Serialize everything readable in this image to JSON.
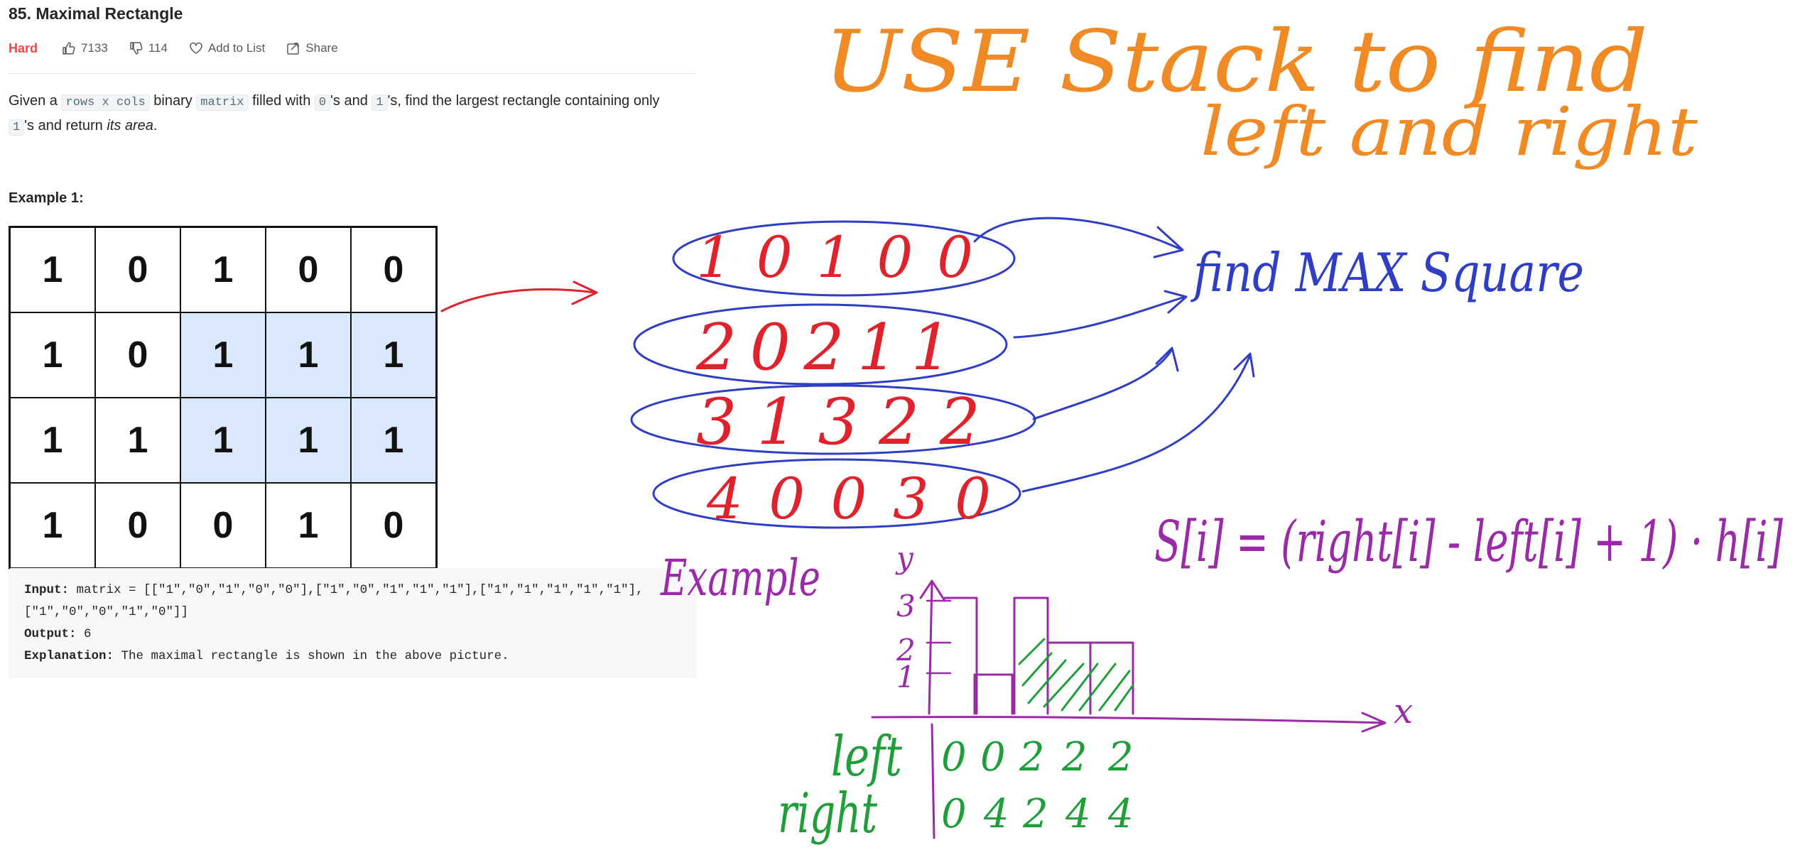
{
  "problem": {
    "title": "85. Maximal Rectangle",
    "difficulty": "Hard",
    "likes": "7133",
    "dislikes": "114",
    "add_to_list": "Add to List",
    "share": "Share",
    "desc": {
      "p1": "Given a ",
      "c1": "rows x cols",
      "p2": " binary ",
      "c2": "matrix",
      "p3": " filled with ",
      "c3": "0",
      "p4": "'s and ",
      "c4": "1",
      "p5": "'s, find the largest rectangle containing only",
      "c5": "1",
      "p6": "'s and return ",
      "em": "its area",
      "p7": "."
    },
    "example_title": "Example 1:",
    "matrix": [
      [
        "1",
        "0",
        "1",
        "0",
        "0"
      ],
      [
        "1",
        "0",
        "1",
        "1",
        "1"
      ],
      [
        "1",
        "1",
        "1",
        "1",
        "1"
      ],
      [
        "1",
        "0",
        "0",
        "1",
        "0"
      ]
    ],
    "example": {
      "input_label": "Input:",
      "input_line1": " matrix = [[\"1\",\"0\",\"1\",\"0\",\"0\"],[\"1\",\"0\",\"1\",\"1\",\"1\"],[\"1\",\"1\",\"1\",\"1\",\"1\"],",
      "input_line2": "[\"1\",\"0\",\"0\",\"1\",\"0\"]]",
      "output_label": "Output:",
      "output_value": " 6",
      "explanation_label": "Explanation:",
      "explanation_value": " The maximal rectangle is shown in the above picture."
    }
  },
  "notes": {
    "heading_line1": "USE  Stack  to  find",
    "heading_line2": "left  and  right",
    "rows": [
      "1 0 1 0 0",
      "2 0 2 1 1",
      "3 1 3 2 2",
      "4 0 0 3 0"
    ],
    "find_max": "find MAX Square",
    "formula": "S[i] = (right[i] - left[i] + 1) · h[i]",
    "example_label": "Example",
    "axis_y": "y",
    "axis_x": "x",
    "ticks": [
      "3",
      "2",
      "1"
    ],
    "left_label": "left",
    "left_values": [
      "0",
      "0",
      "2",
      "2",
      "2"
    ],
    "right_label": "right",
    "right_values": [
      "0",
      "4",
      "2",
      "4",
      "4"
    ]
  },
  "colors": {
    "orange": "#f08a24",
    "blue": "#2f3ec4",
    "red": "#e0222c",
    "purple": "#9b2aa8",
    "green": "#1f9e3a",
    "highlight": "#dae8fc"
  }
}
